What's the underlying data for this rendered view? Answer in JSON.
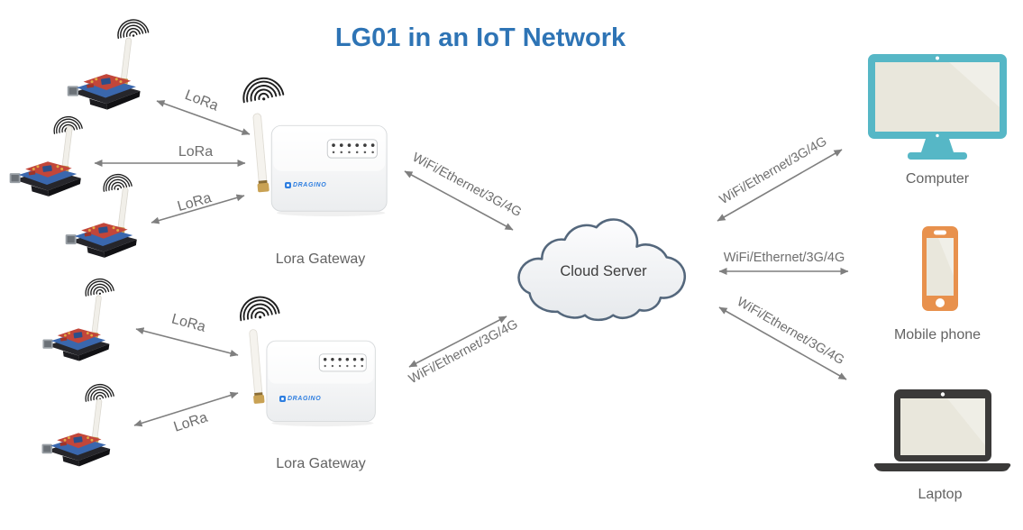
{
  "title": "LG01 in an IoT Network",
  "cloud": {
    "label": "Cloud Server"
  },
  "gateway": {
    "label": "Lora Gateway",
    "brand": "DRAGINO"
  },
  "endpoints": {
    "computer": "Computer",
    "mobile": "Mobile phone",
    "laptop": "Laptop"
  },
  "links": [
    {
      "from": "lora-node-1",
      "to": "lora-gateway-1",
      "label": "LoRa",
      "bidirectional": true
    },
    {
      "from": "lora-node-2",
      "to": "lora-gateway-1",
      "label": "LoRa",
      "bidirectional": true
    },
    {
      "from": "lora-node-3",
      "to": "lora-gateway-1",
      "label": "LoRa",
      "bidirectional": true
    },
    {
      "from": "lora-node-4",
      "to": "lora-gateway-2",
      "label": "LoRa",
      "bidirectional": true
    },
    {
      "from": "lora-node-5",
      "to": "lora-gateway-2",
      "label": "LoRa",
      "bidirectional": true
    },
    {
      "from": "lora-gateway-1",
      "to": "cloud-server",
      "label": "WiFi/Ethernet/3G/4G",
      "bidirectional": true
    },
    {
      "from": "lora-gateway-2",
      "to": "cloud-server",
      "label": "WiFi/Ethernet/3G/4G",
      "bidirectional": true
    },
    {
      "from": "cloud-server",
      "to": "computer",
      "label": "WiFi/Ethernet/3G/4G",
      "bidirectional": true
    },
    {
      "from": "cloud-server",
      "to": "mobile-phone",
      "label": "WiFi/Ethernet/3G/4G",
      "bidirectional": true
    },
    {
      "from": "cloud-server",
      "to": "laptop",
      "label": "WiFi/Ethernet/3G/4G",
      "bidirectional": true
    }
  ],
  "icons": {
    "wifi_signal": "concentric-arcs-signal",
    "lora_node": "arduino-board-with-shield-and-antenna",
    "lora_gateway": "white-router-box-with-antenna",
    "cloud": "cloud-outline",
    "computer": "desktop-monitor",
    "mobile": "smartphone",
    "laptop": "laptop"
  },
  "colors": {
    "title_blue": "#2E74B5",
    "brand_blue": "#2F7FE0",
    "computer_teal": "#56B7C6",
    "phone_orange": "#E8914D",
    "laptop_dark": "#3B3A39",
    "screen_beige": "#E9E7DC",
    "arrow_gray": "#7F7F7F",
    "label_gray": "#636363"
  }
}
